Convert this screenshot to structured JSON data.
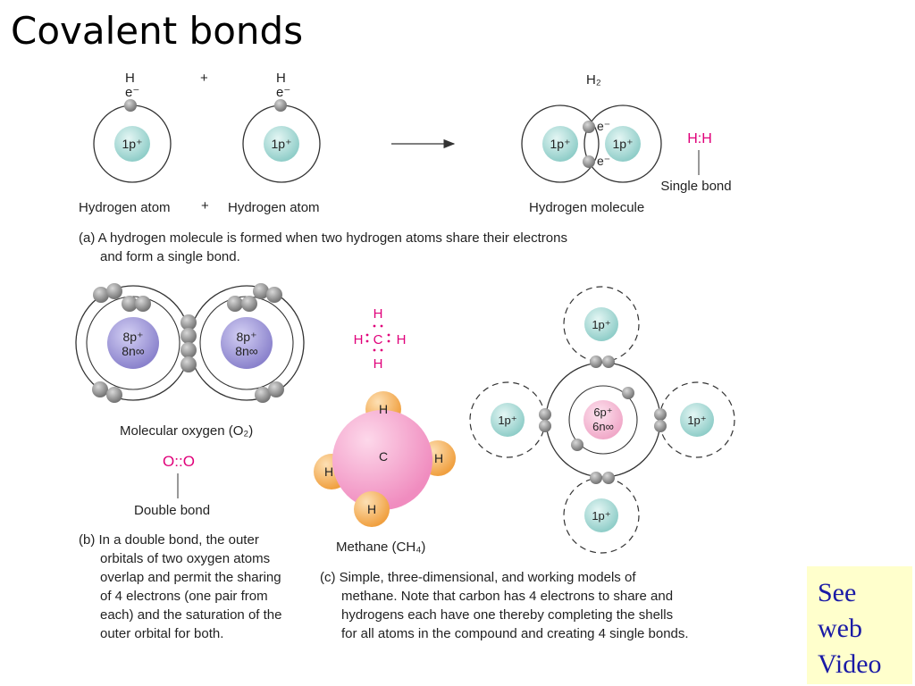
{
  "slide": {
    "title": "Covalent bonds"
  },
  "hydrogen": {
    "h_symbol": "H",
    "electron": "e⁻",
    "plus": "+",
    "nucleus": "1p⁺",
    "h2_formula": "H₂",
    "lewis": "H:H",
    "single_bond": "Single bond",
    "atom_label": "Hydrogen atom",
    "molecule_label": "Hydrogen molecule",
    "caption_l1": "(a) A hydrogen molecule is formed when two hydrogen atoms share their electrons",
    "caption_l2": "and form a single bond."
  },
  "oxygen": {
    "nucleus_p": "8p⁺",
    "nucleus_n": "8n∞",
    "label": "Molecular oxygen  (O₂)",
    "lewis": "O::O",
    "double_bond": "Double bond",
    "caption_l1": "(b) In a double bond, the outer",
    "caption_l2": "orbitals of two oxygen atoms",
    "caption_l3": "overlap and permit the sharing",
    "caption_l4": "of 4 electrons (one pair from",
    "caption_l5": "each) and the saturation of the",
    "caption_l6": "outer orbital for both."
  },
  "methane": {
    "h": "H",
    "c": "C",
    "label": "Methane (CH₄)",
    "nucleus_c_p": "6p⁺",
    "nucleus_c_n": "6n∞",
    "nucleus_h": "1p⁺",
    "caption_l1": "(c) Simple, three-dimensional, and working models of",
    "caption_l2": "methane. Note that carbon has 4 electrons to share and",
    "caption_l3": "hydrogens each have one thereby completing the shells",
    "caption_l4": "for all atoms in the compound and creating 4 single bonds."
  },
  "video_note": {
    "line1": "See",
    "line2": "web",
    "line3": "Video"
  },
  "colors": {
    "accent": "#e0007a",
    "nucleus_h": "#a8dcd8",
    "nucleus_o": "#9b93d8",
    "nucleus_c": "#f3b5d2",
    "electron": "#8a8a8a",
    "methane_c": "#f5a0c8",
    "methane_h": "#f8b55a",
    "note_bg": "#ffffcc",
    "note_text": "#1a1aa6"
  }
}
